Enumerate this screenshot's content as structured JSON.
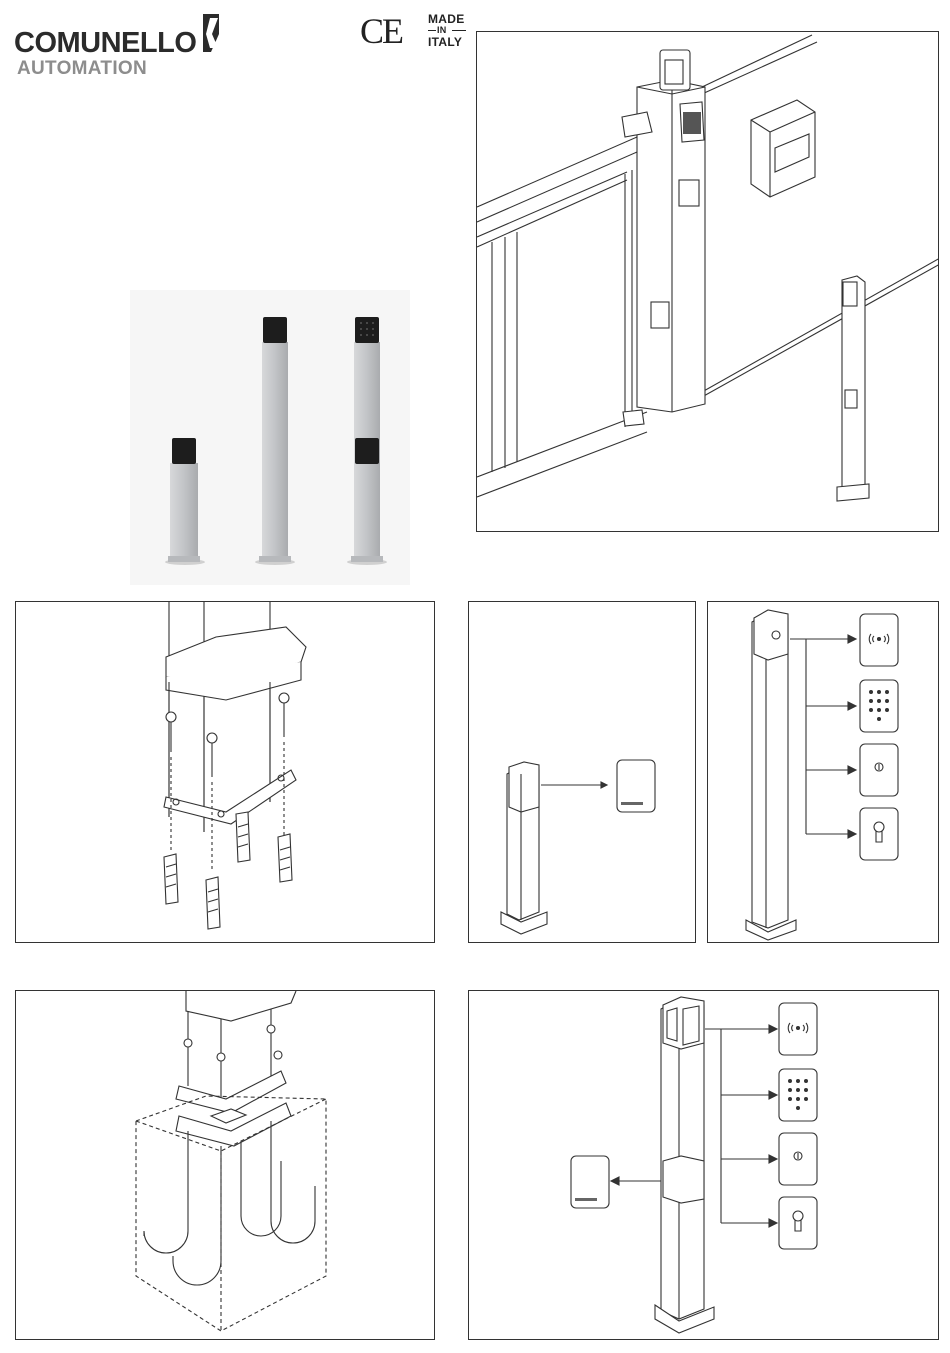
{
  "brand": {
    "name": "COMUNELLO",
    "subtitle": "AUTOMATION"
  },
  "certification": {
    "ce": "CE",
    "made": "MADE",
    "in": "IN",
    "country": "ITALY"
  },
  "colors": {
    "line": "#333333",
    "post": "#c9cbce",
    "head": "#1d1d1d",
    "logo_gray": "#8d8d8d"
  },
  "accessories": [
    {
      "id": "proximity-reader",
      "icon": "radio-wave-icon"
    },
    {
      "id": "keypad",
      "icon": "keypad-icon"
    },
    {
      "id": "key-switch",
      "icon": "key-slot-icon"
    },
    {
      "id": "cylinder-switch",
      "icon": "lock-cylinder-icon"
    }
  ]
}
